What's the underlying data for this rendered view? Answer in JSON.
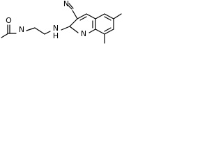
{
  "molecule": {
    "atoms": {
      "oxygen": "O",
      "amide_nitrogen": "N",
      "amine_nitrogen": "N",
      "amine_hydrogen": "H",
      "nitrile_nitrogen": "N",
      "ring_nitrogen": "N"
    },
    "colors": {
      "bond": "#000000",
      "label": "#000000"
    }
  }
}
